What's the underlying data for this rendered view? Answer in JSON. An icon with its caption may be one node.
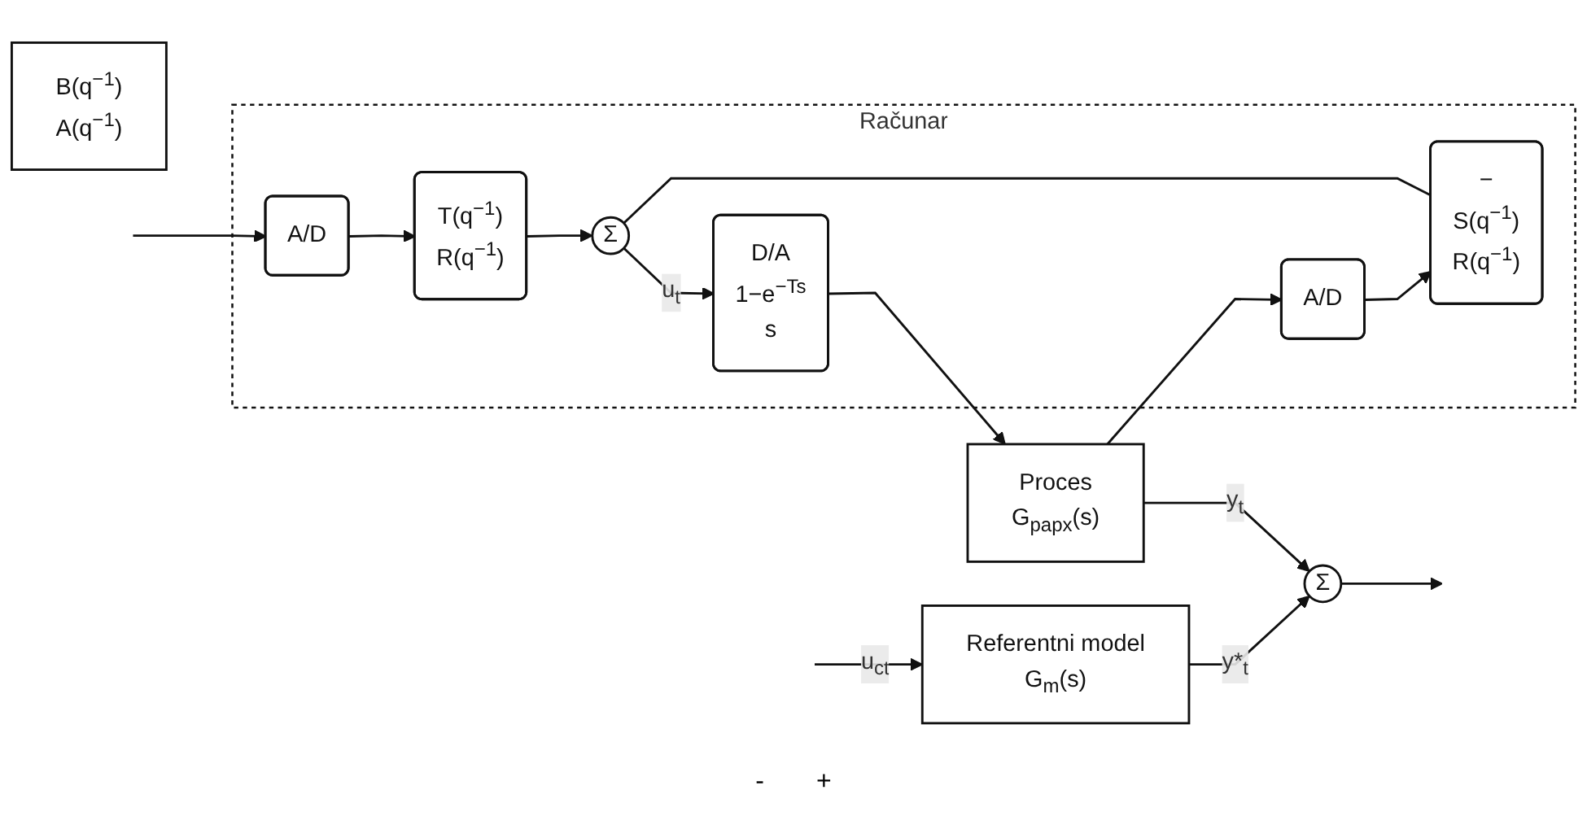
{
  "diagram": {
    "nodes": [
      {
        "text": [
          "Referentni model",
          "G$_{m}$(s)"
        ]
      },
      {
        "text": [
          "Σ"
        ]
      },
      {
        "text": [
          "Računar"
        ]
      },
      {
        "text": [
          "A/D"
        ],
        "in": 2
      },
      {
        "text": [
          "T(q$^{−1}$)",
          "R(q$^{−1}$)"
        ],
        "in": 2
      },
      {
        "text": [
          "Σ"
        ],
        "in": 2
      },
      {
        "text": [
          "D/A",
          "1−e$^{−Ts}$",
          "s"
        ],
        "in": 2
      },
      {
        "text": [
          "Proces",
          "G$_{papx}$(s)"
        ]
      },
      {
        "text": [
          "−",
          "S(q$^{−1}$)",
          "R(q$^{−1}$)"
        ],
        "in": 2
      },
      {
        "text": [
          "A/D"
        ],
        "in": 2
      },
      {
        "text": [
          "B(q$^{−1}$)",
          "A(q$^{−1}$)"
        ]
      }
    ],
    "edges": [
      {
        "from": null,
        "to": 0,
        "arrow": "to",
        "label": "u$_{ct}$"
      },
      {
        "from": null,
        "to": 3,
        "arrow": "to"
      },
      {
        "from": 0,
        "to": 1,
        "arrow": "to",
        "label": "y*$_{t}$"
      },
      {
        "from": 3,
        "to": 4,
        "arrow": "to"
      },
      {
        "from": 4,
        "to": 5,
        "arrow": "to"
      },
      {
        "from": 5,
        "to": 6,
        "arrow": "to",
        "label": "u$_{t}$"
      },
      {
        "from": 6,
        "to": 7,
        "arrow": "to"
      },
      {
        "from": 7,
        "to": 1,
        "arrow": "to",
        "label": "y$_{t}$"
      },
      {
        "from": 7,
        "to": 9,
        "arrow": "to"
      },
      {
        "from": 9,
        "to": 8,
        "arrow": "to"
      },
      {
        "from": 8,
        "to": 5,
        "arrow": "none"
      },
      {
        "from": 1,
        "to": null,
        "arrow": "to"
      }
    ],
    "labels": [
      "-",
      "+"
    ]
  }
}
